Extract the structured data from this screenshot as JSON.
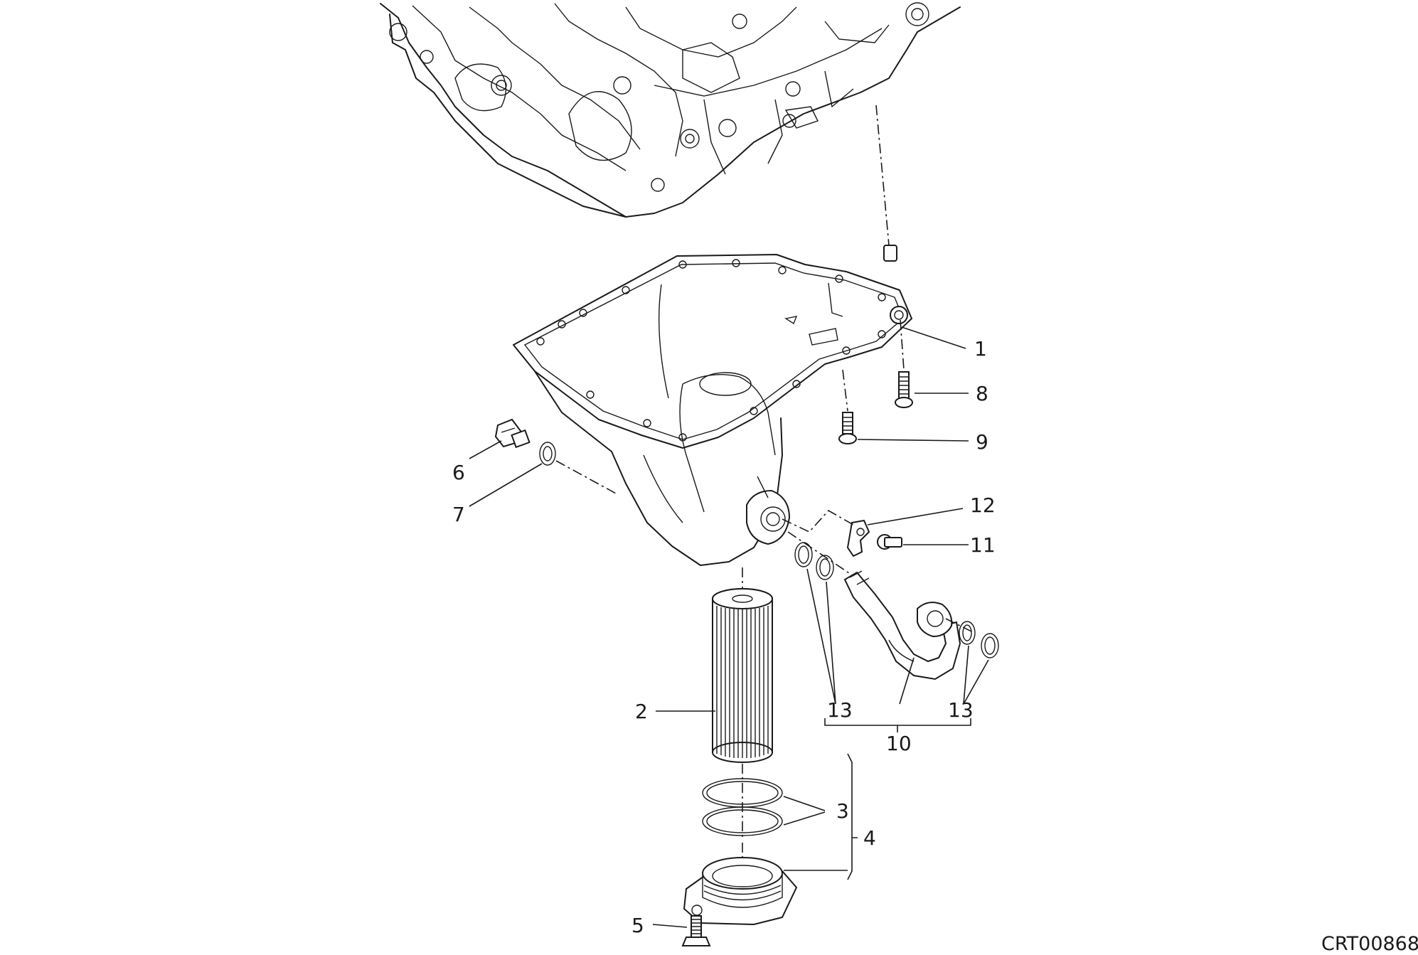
{
  "reference_code": "CRT00868",
  "callouts": {
    "c1": "1",
    "c2": "2",
    "c3": "3",
    "c4": "4",
    "c5": "5",
    "c6": "6",
    "c7": "7",
    "c8": "8",
    "c9": "9",
    "c10": "10",
    "c11": "11",
    "c12": "12",
    "c13a": "13",
    "c13b": "13"
  }
}
